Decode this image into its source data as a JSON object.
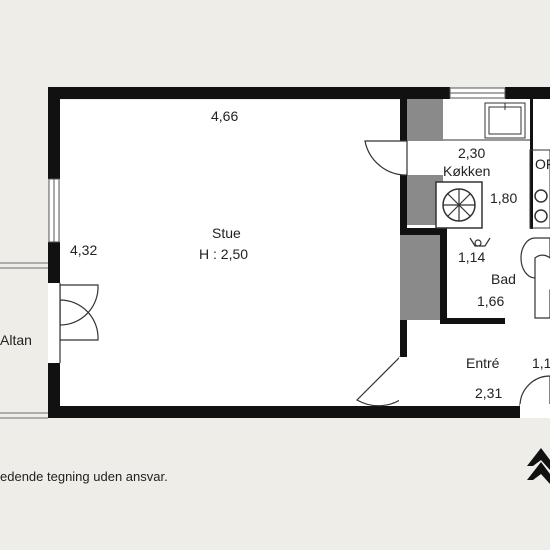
{
  "rooms": {
    "stue": {
      "name": "Stue",
      "height": "H : 2,50",
      "width": "4,66",
      "depth": "4,32"
    },
    "kokken": {
      "name": "Køkken",
      "width": "2,30",
      "depth": "1,80"
    },
    "bad": {
      "name": "Bad",
      "width": "1,14",
      "depth": "1,66"
    },
    "entre": {
      "name": "Entré",
      "width": "2,31",
      "depth": "1,1"
    },
    "altan": {
      "name": "Altan"
    },
    "oven_label": "OF"
  },
  "disclaimer": "edende tegning uden ansvar."
}
